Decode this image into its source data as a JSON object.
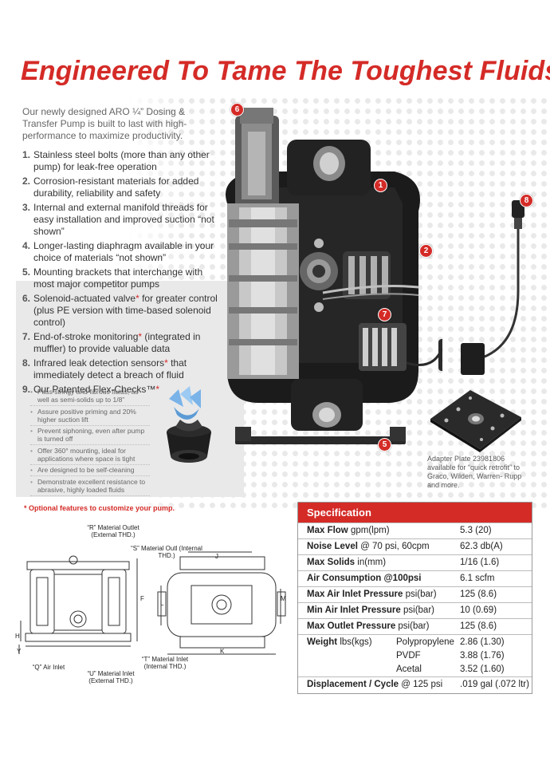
{
  "title": "Engineered To Tame The Toughest Fluids.",
  "intro": "Our newly designed ARO ¼” Dosing & Transfer Pump is built to last with high-performance to maximize productivity.",
  "features": [
    {
      "num": "1.",
      "text": "Stainless steel bolts (more than any other pump) for leak-free operation",
      "star": ""
    },
    {
      "num": "2.",
      "text": "Corrosion-resistant materials for added durability, reliability and safety",
      "star": ""
    },
    {
      "num": "3.",
      "text": "Internal and external manifold threads for easy installation and improved suction “not shown”",
      "star": ""
    },
    {
      "num": "4.",
      "text": "Longer-lasting diaphragm available in your choice of materials “not shown”",
      "star": ""
    },
    {
      "num": "5.",
      "text": "Mounting brackets that interchange with most major competitor pumps",
      "star": ""
    },
    {
      "num": "6.",
      "text": "Solenoid-actuated valve",
      "star": "*",
      "text_after": " for greater control (plus PE version with time-based solenoid control)"
    },
    {
      "num": "7.",
      "text": "End-of-stroke monitoring",
      "star": "*",
      "text_after": " (integrated in muffler) to provide valuable data"
    },
    {
      "num": "8.",
      "text": "Infrared leak detection sensors",
      "star": "*",
      "text_after": " that immediately detect a breach of fluid"
    },
    {
      "num": "9.",
      "text": "Our Patented Flex-Checks™",
      "star": "*",
      "text_after": ""
    }
  ],
  "flex_check_points": [
    "Pass stringy and fibrous fluids, as well as semi-solids up to 1/8”",
    "Assure positive priming and 20% higher suction lift",
    "Prevent siphoning, even after pump is turned off",
    "Offer 360° mounting, ideal for applications where space is tight",
    "Are designed to be self-cleaning",
    "Demonstrate excellent resistance to abrasive, highly loaded fluids"
  ],
  "optional_note": "* Optional features to customize your pump.",
  "callouts": [
    "1",
    "2",
    "5",
    "6",
    "7",
    "8"
  ],
  "adapter_caption": "Adapter Plate 23981806 available for “quick retrofit” to Graco, Wilden, Warren- Rupp and more.",
  "spec": {
    "header": "Specification",
    "rows": [
      {
        "label_bold": "Max Flow",
        "label_rest": " gpm(lpm)",
        "value": "5.3 (20)"
      },
      {
        "label_bold": "Noise Level",
        "label_rest": " @ 70 psi, 60cpm",
        "value": "62.3 db(A)"
      },
      {
        "label_bold": "Max Solids",
        "label_rest": " in(mm)",
        "value": "1/16 (1.6)"
      },
      {
        "label_bold": "Air Consumption @100psi",
        "label_rest": "",
        "value": "6.1 scfm"
      },
      {
        "label_bold": "Max Air Inlet Pressure",
        "label_rest": " psi(bar)",
        "value": "125 (8.6)"
      },
      {
        "label_bold": "Min Air Inlet Pressure",
        "label_rest": " psi(bar)",
        "value": "10 (0.69)"
      },
      {
        "label_bold": "Max Outlet Pressure",
        "label_rest": " psi(bar)",
        "value": "125 (8.6)"
      }
    ],
    "weight": {
      "label_bold": "Weight",
      "label_rest": " lbs(kgs)",
      "items": [
        {
          "material": "Polypropylene",
          "value": "2.86 (1.30)"
        },
        {
          "material": "PVDF",
          "value": "3.88 (1.76)"
        },
        {
          "material": "Acetal",
          "value": "3.52 (1.60)"
        }
      ]
    },
    "displacement": {
      "label_bold": "Displacement / Cycle",
      "label_rest": " @ 125 psi",
      "value": ".019 gal (.072 ltr)"
    }
  },
  "diagram_labels": {
    "r_outlet": "“R” Material Outlet (External THD.)",
    "s_outlet": "“S” Material Outl (Internal THD.)",
    "q_air": "“Q” Air Inlet",
    "u_inlet": "“U” Material Inlet (External THD.)",
    "t_inlet": "“T” Material Inlet (Internal THD.)",
    "letters": [
      "F",
      "H",
      "Y",
      "J",
      "L",
      "M",
      "K"
    ]
  }
}
